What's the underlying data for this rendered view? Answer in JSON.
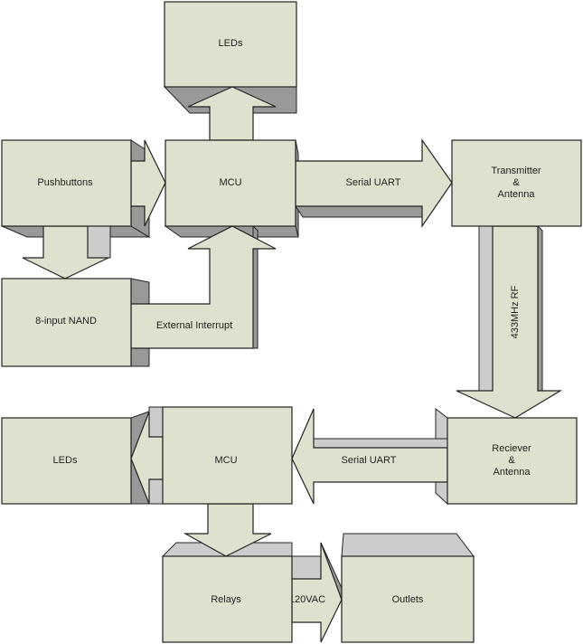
{
  "blocks": {
    "leds_top": "LEDs",
    "pushbuttons": "Pushbuttons",
    "mcu_top": "MCU",
    "transmitter_line1": "Transmitter",
    "transmitter_line2": "&",
    "transmitter_line3": "Antenna",
    "nand": "8-input NAND",
    "leds_bottom": "LEDs",
    "mcu_bottom": "MCU",
    "receiver_line1": "Reciever",
    "receiver_line2": "&",
    "receiver_line3": "Antenna",
    "relays": "Relays",
    "outlets": "Outlets"
  },
  "arrows": {
    "serial_uart_top": "Serial UART",
    "external_interrupt": "External Interrupt",
    "rf_link": "433MHz RF",
    "serial_uart_bottom": "Serial UART",
    "ac_power": "120VAC"
  },
  "colors": {
    "face": "#dee1cd",
    "shade_dark": "#999999",
    "shade_light": "#cccccc"
  }
}
